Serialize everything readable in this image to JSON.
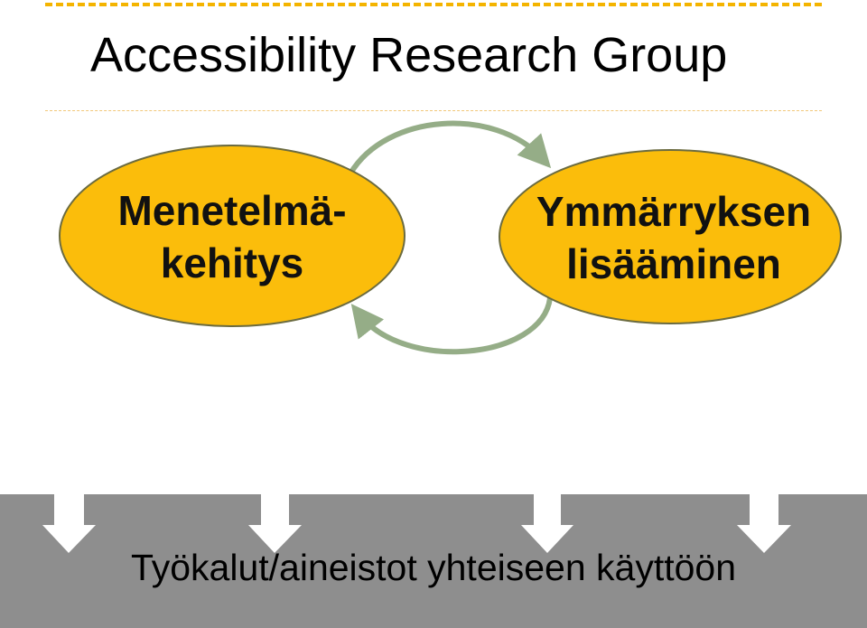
{
  "header": {
    "title": "Accessibility Research Group"
  },
  "diagram": {
    "left_node": {
      "line1": "Menetelmä-",
      "line2": "kehitys"
    },
    "right_node": {
      "line1": "Ymmärryksen",
      "line2": "lisääminen"
    }
  },
  "footer": {
    "banner_text": "Työkalut/aineistot yhteiseen käyttöön"
  },
  "colors": {
    "node_fill": "#fbbd0b",
    "node_stroke": "#6b6b40",
    "cycle_arrow": "#95ad87",
    "banner": "#8e8e8e",
    "accent_dash": "#f4b400"
  }
}
